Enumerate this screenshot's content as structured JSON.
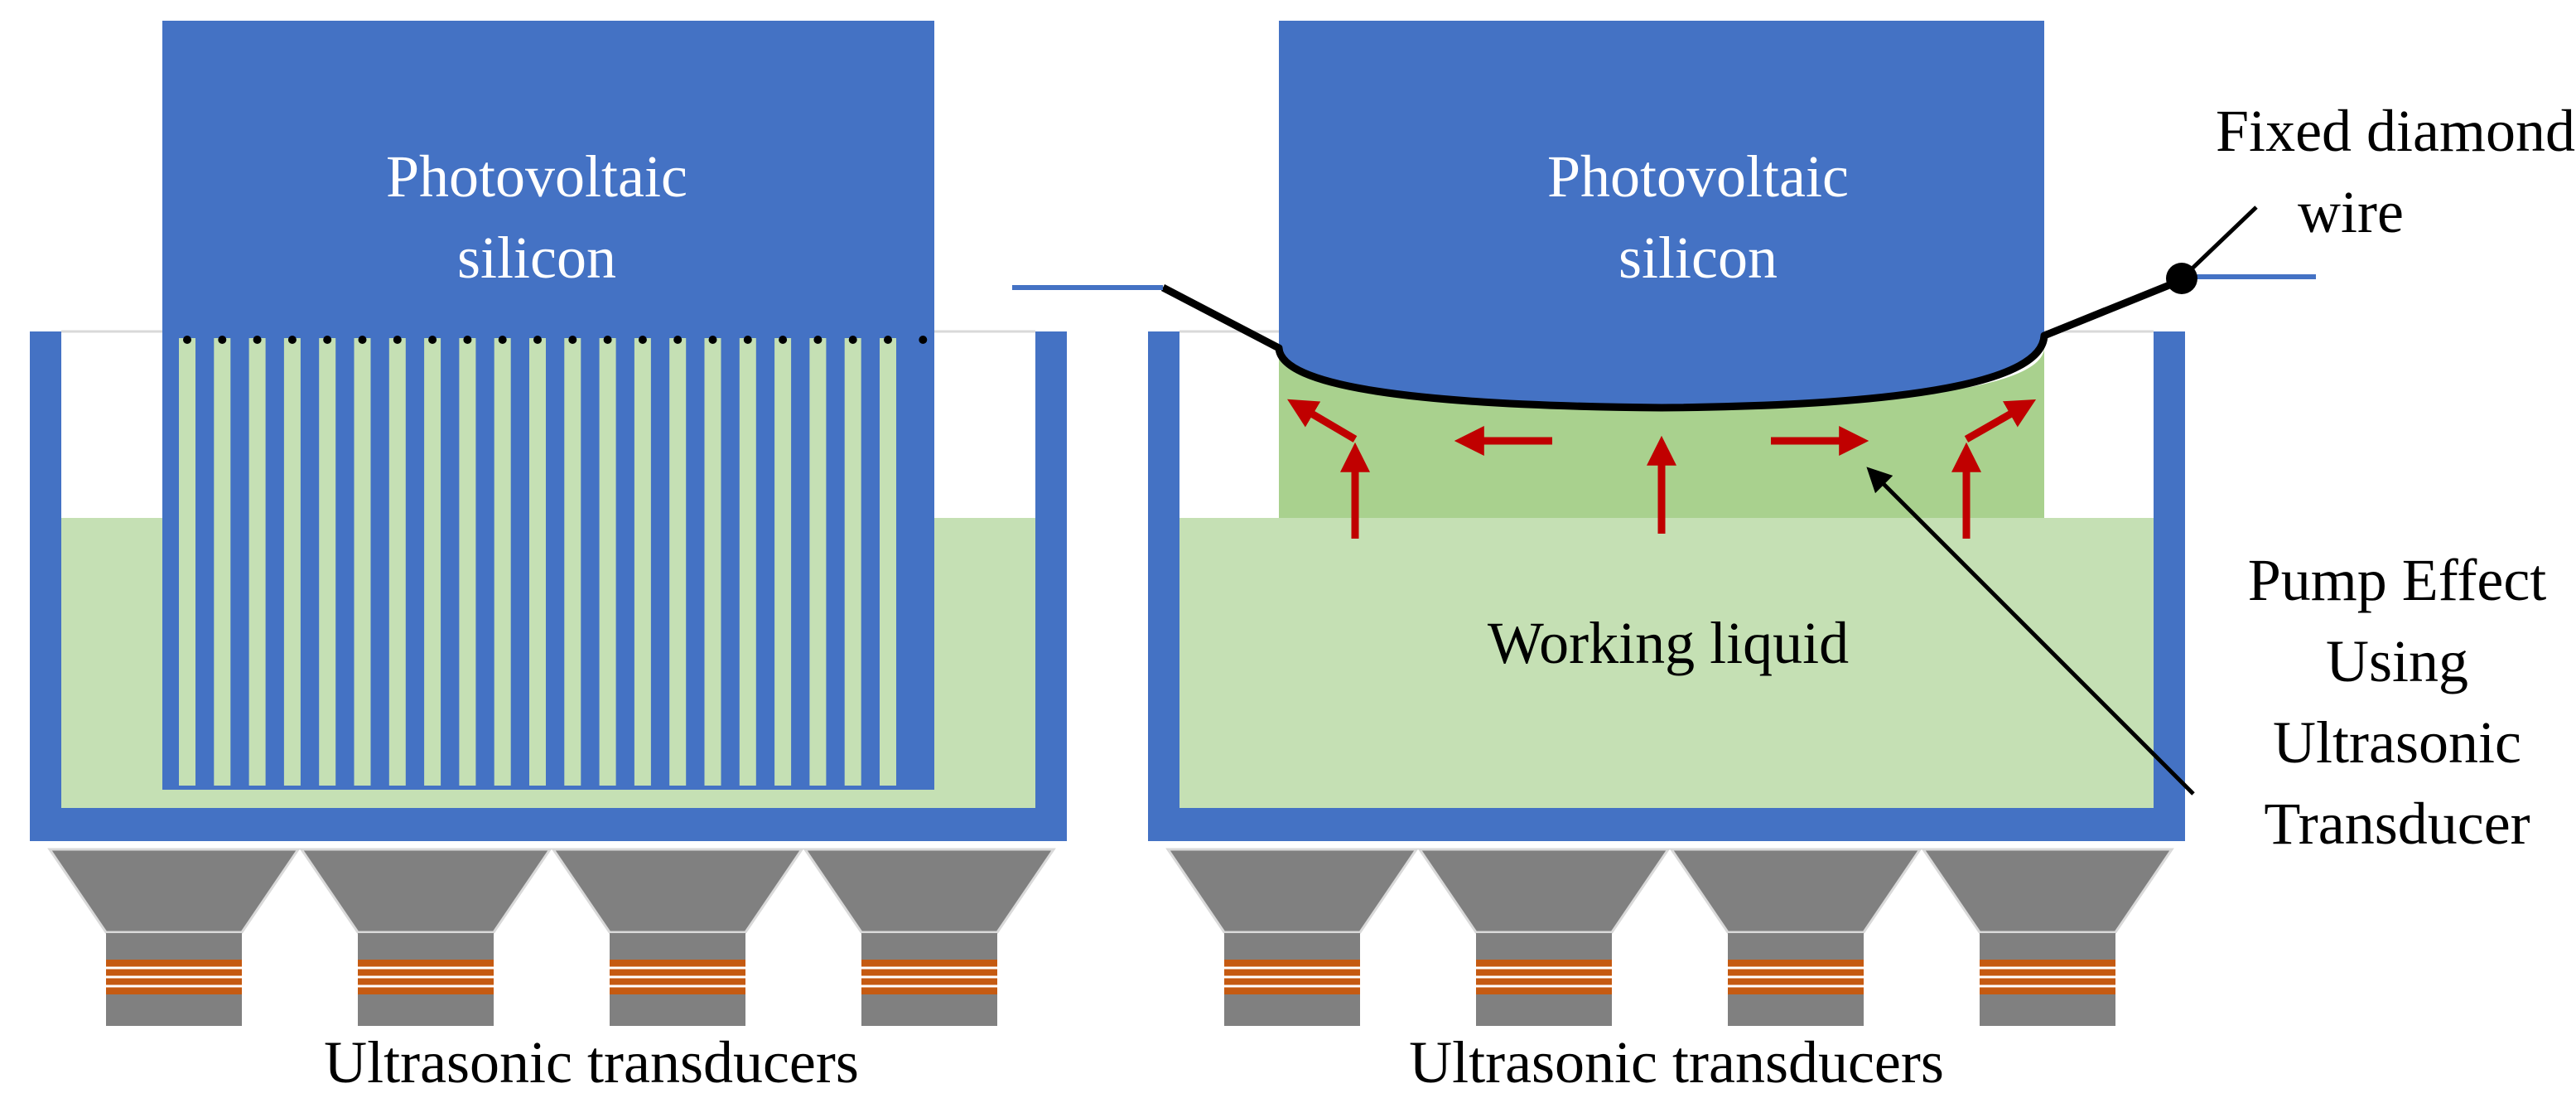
{
  "left_panel": {
    "silicon_label_line1": "Photovoltaic",
    "silicon_label_line2": "silicon",
    "transducers_label": "Ultrasonic transducers"
  },
  "right_panel": {
    "silicon_label_line1": "Photovoltaic",
    "silicon_label_line2": "silicon",
    "liquid_label": "Working liquid",
    "wire_label_line1": "Fixed diamond",
    "wire_label_line2": "wire",
    "pump_label_line1": "Pump Effect",
    "pump_label_line2": "Using",
    "pump_label_line3": "Ultrasonic",
    "pump_label_line4": "Transducer",
    "transducers_label": "Ultrasonic transducers"
  },
  "colors": {
    "silicon": "#4472c4",
    "tank": "#4472c4",
    "liquid": "#c5e0b4",
    "pump_zone": "#a9d18e",
    "transducer_horn": "#808080",
    "transducer_coil": "#c55a11",
    "arrow": "#c00000",
    "wire": "#000000"
  }
}
